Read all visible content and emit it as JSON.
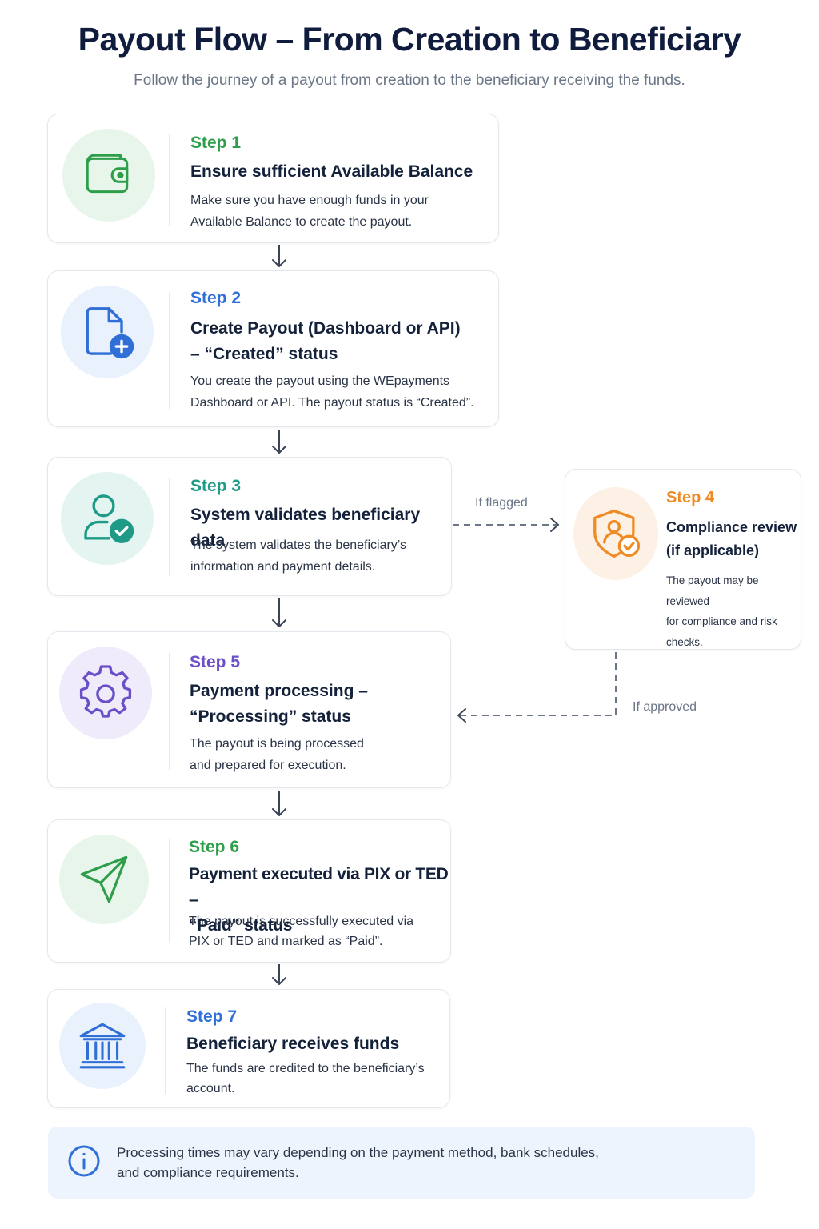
{
  "header": {
    "title": "Payout Flow – From Creation to Beneficiary",
    "subtitle": "Follow the journey of a payout from creation to the beneficiary receiving the funds."
  },
  "colors": {
    "green": "#2e9e4b",
    "blue": "#2f6fd6",
    "teal": "#1f9a87",
    "orange": "#f08a24",
    "purple": "#6a4fc9",
    "connector": "#3b4557"
  },
  "steps": [
    {
      "label": "Step 1",
      "title_lines": [
        "Ensure sufficient Available Balance"
      ],
      "desc_lines": [
        "Make sure you have enough funds in your",
        "Available Balance to create the payout."
      ],
      "icon": "wallet-icon"
    },
    {
      "label": "Step 2",
      "title_lines": [
        "Create Payout (Dashboard or API)",
        "– “Created” status"
      ],
      "desc_lines": [
        "You create the payout using the WEpayments",
        "Dashboard or API. The payout status is “Created”."
      ],
      "icon": "document-add-icon"
    },
    {
      "label": "Step 3",
      "title_lines": [
        "System validates beneficiary data"
      ],
      "desc_lines": [
        "The system validates the beneficiary’s",
        "information and payment details."
      ],
      "icon": "user-check-icon"
    },
    {
      "label": "Step 4",
      "title_lines": [
        "Compliance review",
        "(if applicable)"
      ],
      "desc_lines": [
        "The payout may be reviewed",
        "for compliance and risk",
        "checks."
      ],
      "icon": "shield-user-icon"
    },
    {
      "label": "Step 5",
      "title_lines": [
        "Payment processing –",
        "“Processing” status"
      ],
      "desc_lines": [
        "The payout is being processed",
        "and prepared for execution."
      ],
      "icon": "gear-icon"
    },
    {
      "label": "Step 6",
      "title_lines": [
        "Payment executed via PIX or TED –",
        "“Paid” status"
      ],
      "desc_lines": [
        "The payout is successfully executed via",
        "PIX or TED and marked as “Paid”."
      ],
      "icon": "paper-plane-icon"
    },
    {
      "label": "Step 7",
      "title_lines": [
        "Beneficiary receives funds"
      ],
      "desc_lines": [
        "The funds are credited to the beneficiary’s",
        "account."
      ],
      "icon": "bank-icon"
    }
  ],
  "branches": {
    "flagged": "If flagged",
    "approved": "If approved"
  },
  "note": {
    "lines": [
      "Processing times may vary depending on the payment method, bank schedules,",
      "and compliance requirements."
    ],
    "icon": "info-icon"
  }
}
